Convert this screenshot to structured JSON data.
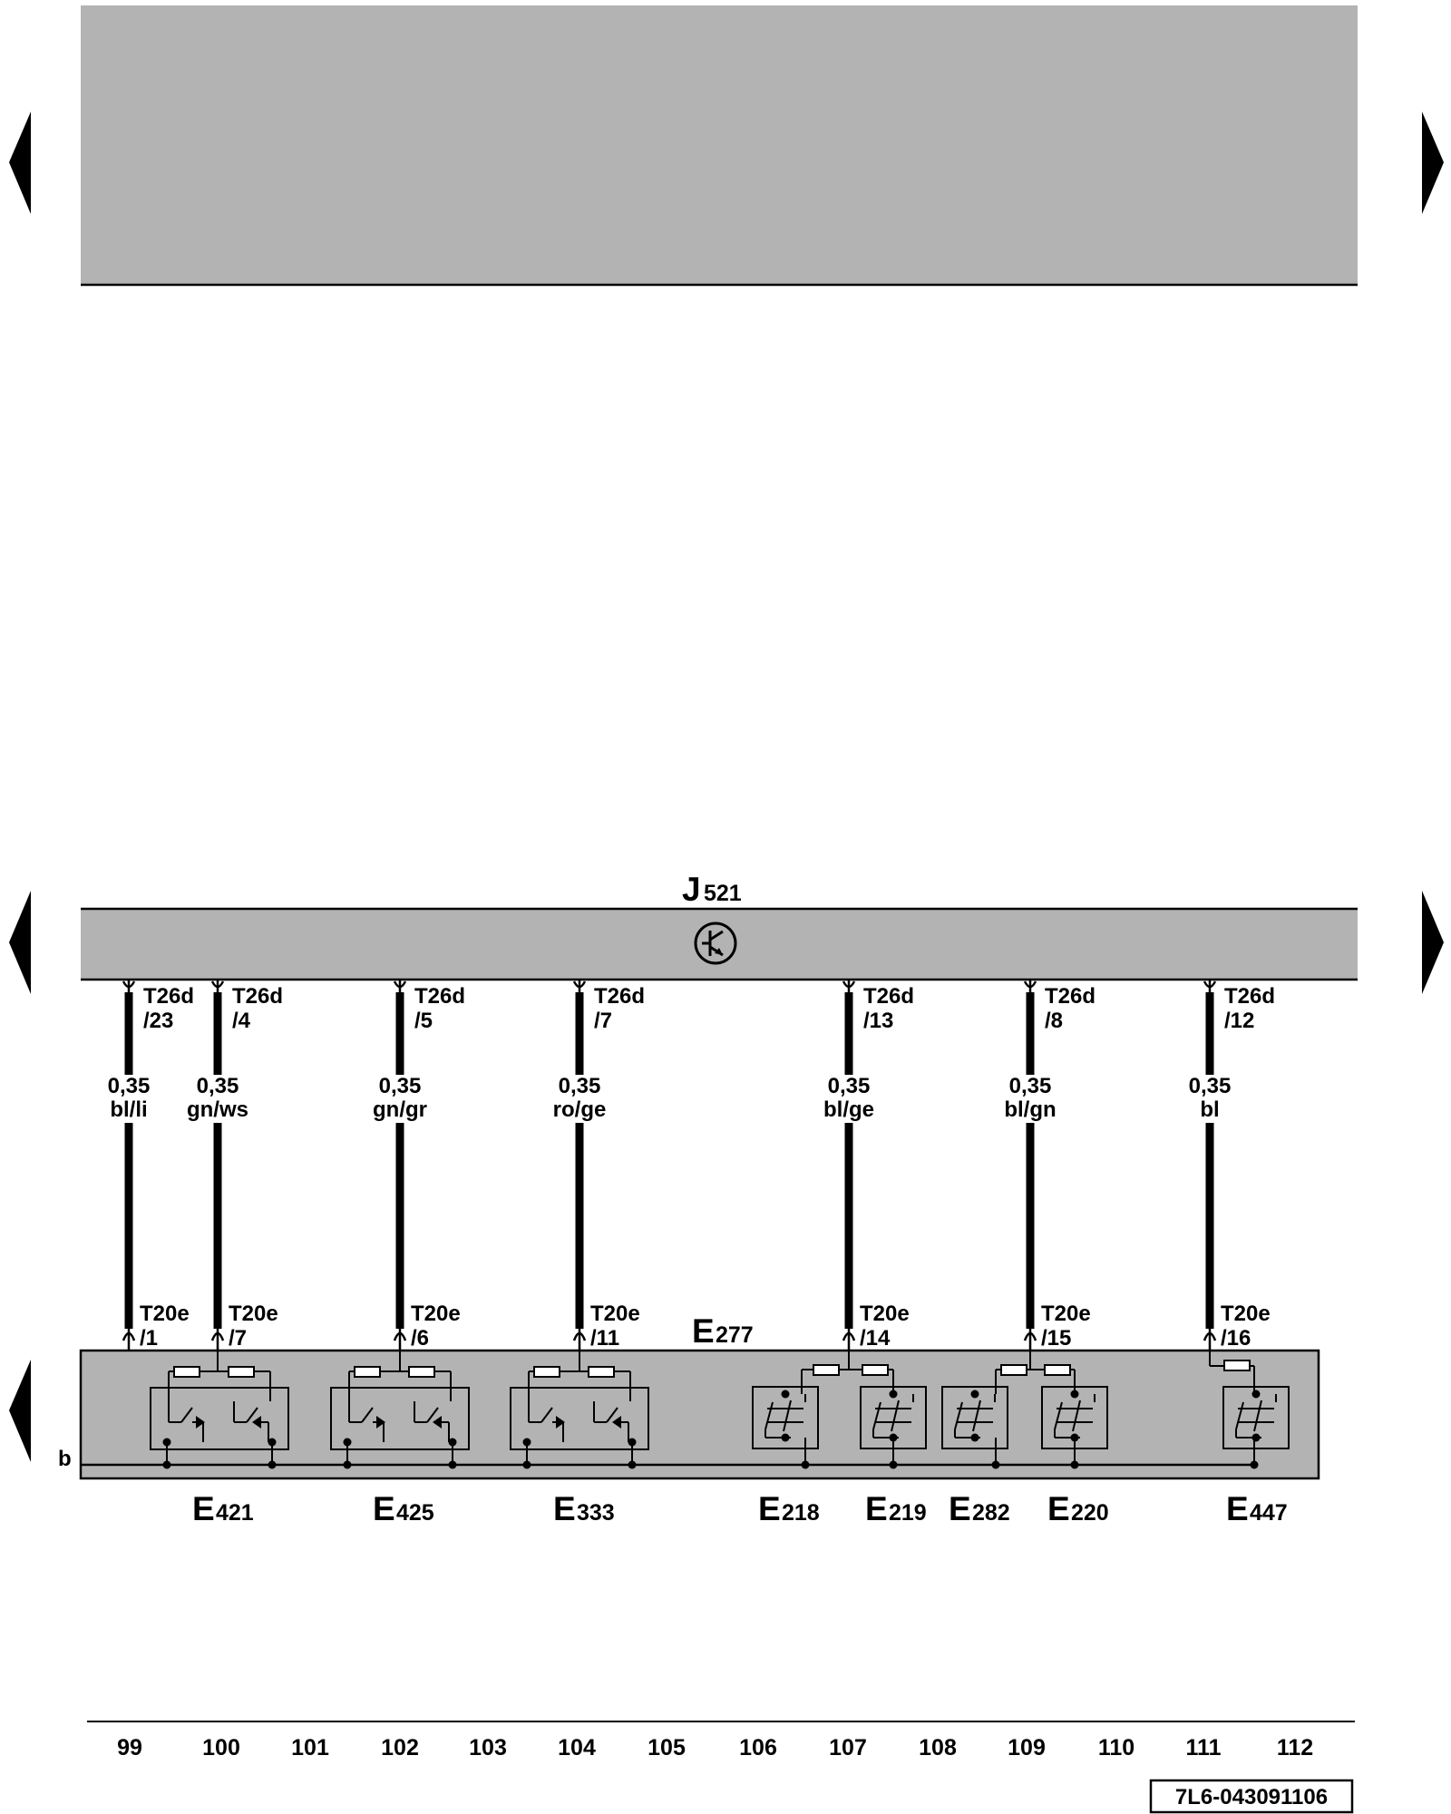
{
  "diagram": {
    "control_unit": {
      "letter": "J",
      "number": "521"
    },
    "ground_label": "b",
    "components": [
      {
        "letter": "E",
        "number": "277"
      },
      {
        "letter": "E",
        "number": "421"
      },
      {
        "letter": "E",
        "number": "425"
      },
      {
        "letter": "E",
        "number": "333"
      },
      {
        "letter": "E",
        "number": "218"
      },
      {
        "letter": "E",
        "number": "219"
      },
      {
        "letter": "E",
        "number": "282"
      },
      {
        "letter": "E",
        "number": "220"
      },
      {
        "letter": "E",
        "number": "447"
      }
    ],
    "wires": [
      {
        "top_connector": "T26d",
        "top_pin": "/23",
        "size": "0,35",
        "color": "bl/li",
        "bottom_connector": "T20e",
        "bottom_pin": "/1"
      },
      {
        "top_connector": "T26d",
        "top_pin": "/4",
        "size": "0,35",
        "color": "gn/ws",
        "bottom_connector": "T20e",
        "bottom_pin": "/7"
      },
      {
        "top_connector": "T26d",
        "top_pin": "/5",
        "size": "0,35",
        "color": "gn/gr",
        "bottom_connector": "T20e",
        "bottom_pin": "/6"
      },
      {
        "top_connector": "T26d",
        "top_pin": "/7",
        "size": "0,35",
        "color": "ro/ge",
        "bottom_connector": "T20e",
        "bottom_pin": "/11"
      },
      {
        "top_connector": "T26d",
        "top_pin": "/13",
        "size": "0,35",
        "color": "bl/ge",
        "bottom_connector": "T20e",
        "bottom_pin": "/14"
      },
      {
        "top_connector": "T26d",
        "top_pin": "/8",
        "size": "0,35",
        "color": "bl/gn",
        "bottom_connector": "T20e",
        "bottom_pin": "/15"
      },
      {
        "top_connector": "T26d",
        "top_pin": "/12",
        "size": "0,35",
        "color": "bl",
        "bottom_connector": "T20e",
        "bottom_pin": "/16"
      }
    ],
    "columns": [
      "99",
      "100",
      "101",
      "102",
      "103",
      "104",
      "105",
      "106",
      "107",
      "108",
      "109",
      "110",
      "111",
      "112"
    ],
    "document_id": "7L6-043091106"
  },
  "colors": {
    "panel_gray": "#b3b3b3",
    "ink": "#000000",
    "paper": "#ffffff"
  },
  "icons": {
    "nav_left": "triangle-left-icon",
    "nav_right": "triangle-right-icon",
    "control_unit_symbol": "transistor-icon"
  }
}
